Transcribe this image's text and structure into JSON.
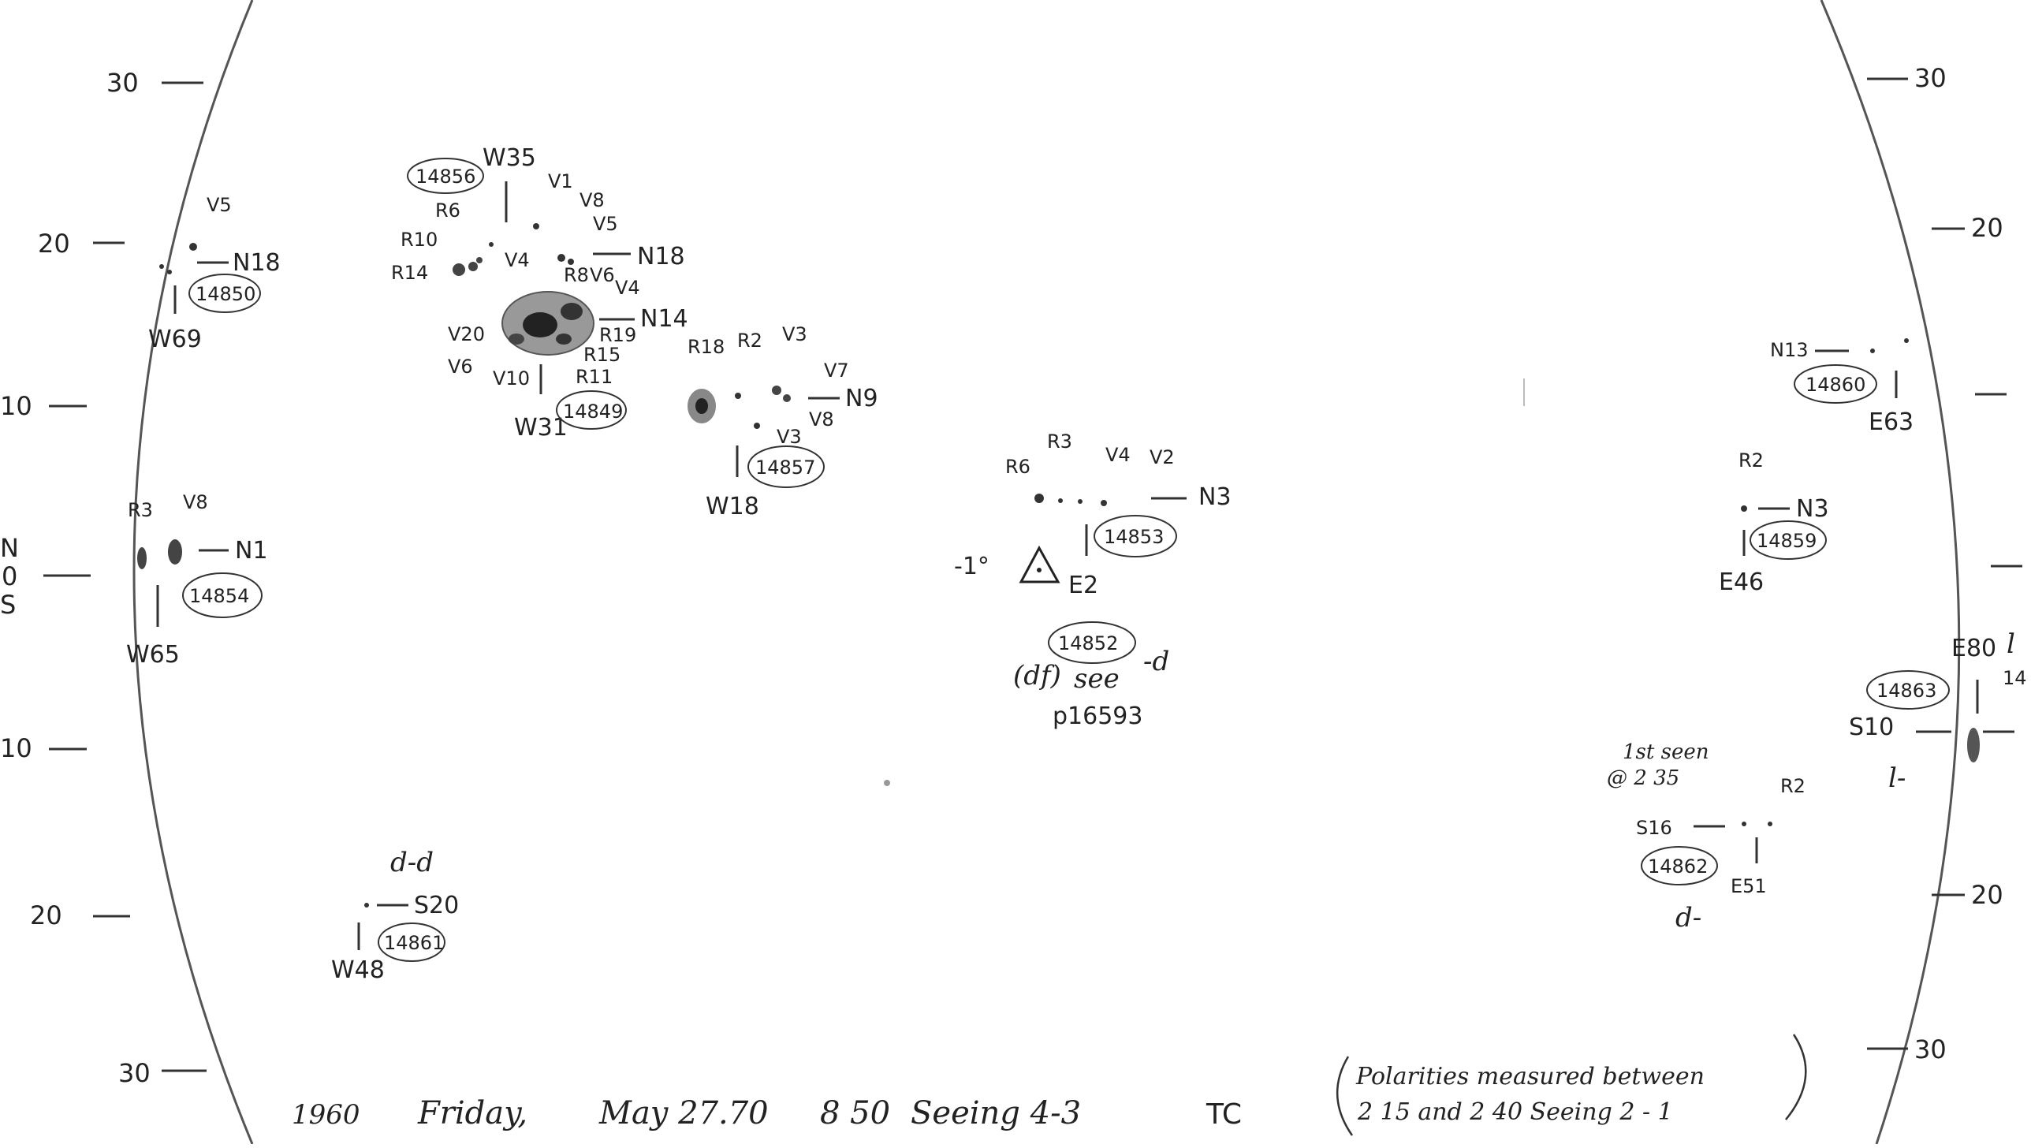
{
  "drawing": {
    "left_scale_labels": [
      "30",
      "20",
      "10",
      "N",
      "0",
      "S",
      "10",
      "20",
      "30"
    ],
    "right_scale_labels": [
      "30",
      "20",
      "20",
      "30"
    ],
    "footer": {
      "year": "1960",
      "day": "Friday,",
      "date": "May 27.70",
      "time": "8 50",
      "seeing": "Seeing 4-3",
      "observer": "TC",
      "polarity_note_line1": "Polarities measured between",
      "polarity_note_line2": "2 15 and 2 40   Seeing 2 - 1"
    },
    "groups": [
      {
        "id": "14856",
        "labels": [
          "W35",
          "V1",
          "V8",
          "V5",
          "R6",
          "R10",
          "R14",
          "V4",
          "R8",
          "V6",
          "N18"
        ]
      },
      {
        "id": "14849",
        "labels": [
          "V4",
          "N14",
          "V20",
          "V6",
          "R19",
          "R15",
          "R11",
          "V10",
          "W31"
        ]
      },
      {
        "id": "14850",
        "labels": [
          "V5",
          "N18",
          "W69"
        ]
      },
      {
        "id": "14854",
        "labels": [
          "R3",
          "V8",
          "N1",
          "W65"
        ]
      },
      {
        "id": "14857",
        "labels": [
          "R18",
          "R2",
          "V3",
          "V7",
          "N9",
          "V8",
          "V3",
          "W18"
        ]
      },
      {
        "id": "14853",
        "labels": [
          "R6",
          "R3",
          "V4",
          "V2",
          "N3",
          "E2",
          "-1°"
        ]
      },
      {
        "id": "14852",
        "labels": [
          "(df)",
          "see",
          "p16593",
          "-d"
        ]
      },
      {
        "id": "14860",
        "labels": [
          "N13",
          "E63"
        ]
      },
      {
        "id": "14859",
        "labels": [
          "R2",
          "N3",
          "E46"
        ]
      },
      {
        "id": "14863",
        "labels": [
          "E80",
          "S10",
          "l",
          "l-",
          "14"
        ]
      },
      {
        "id": "14862",
        "labels": [
          "1st seen",
          "@ 2 35",
          "R2",
          "S16",
          "E51",
          "d-"
        ]
      },
      {
        "id": "14861",
        "labels": [
          "d-d",
          "S20",
          "W48"
        ]
      }
    ]
  }
}
